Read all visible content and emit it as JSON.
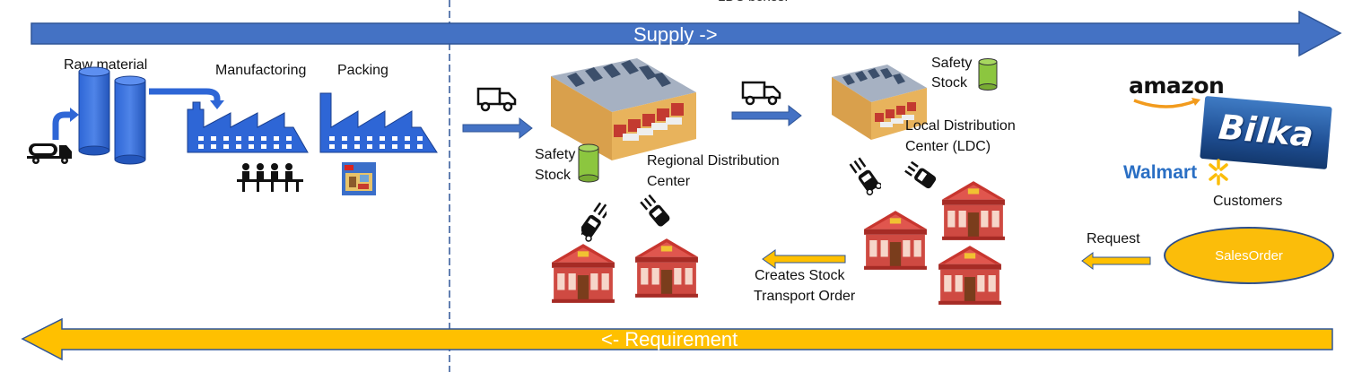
{
  "top_cutoff_text": "LDC boxes.",
  "supply_arrow": {
    "label": "Supply ->",
    "color": "#4472c4"
  },
  "requirement_arrow": {
    "label": "<- Requirement",
    "color": "#ffc000"
  },
  "stages": {
    "raw_material": "Raw material",
    "manufacturing": "Manufactoring",
    "packing": "Packing"
  },
  "rdc": {
    "safety_stock_line1": "Safety",
    "safety_stock_line2": "Stock",
    "name_line1": "Regional Distribution",
    "name_line2": "Center"
  },
  "ldc": {
    "safety_stock_line1": "Safety",
    "safety_stock_line2": "Stock",
    "name_line1": "Local Distribution",
    "name_line2": "Center (LDC)"
  },
  "sto": {
    "line1": "Creates Stock",
    "line2": "Transport Order"
  },
  "customers": {
    "label": "Customers",
    "logos": [
      "amazon",
      "Bilka",
      "Walmart"
    ]
  },
  "request_label": "Request",
  "sales_order_label": "SalesOrder",
  "icons": [
    "tanker-truck-icon",
    "silo-icon",
    "factory-icon",
    "workers-icon",
    "lego-box-icon",
    "delivery-truck-icon",
    "warehouse-icon",
    "stock-cylinder-icon",
    "speeding-car-icon",
    "store-icon"
  ],
  "colors": {
    "factory_blue": "#2e66d6",
    "store_red": "#c8362f",
    "stock_green": "#8cc63f"
  }
}
